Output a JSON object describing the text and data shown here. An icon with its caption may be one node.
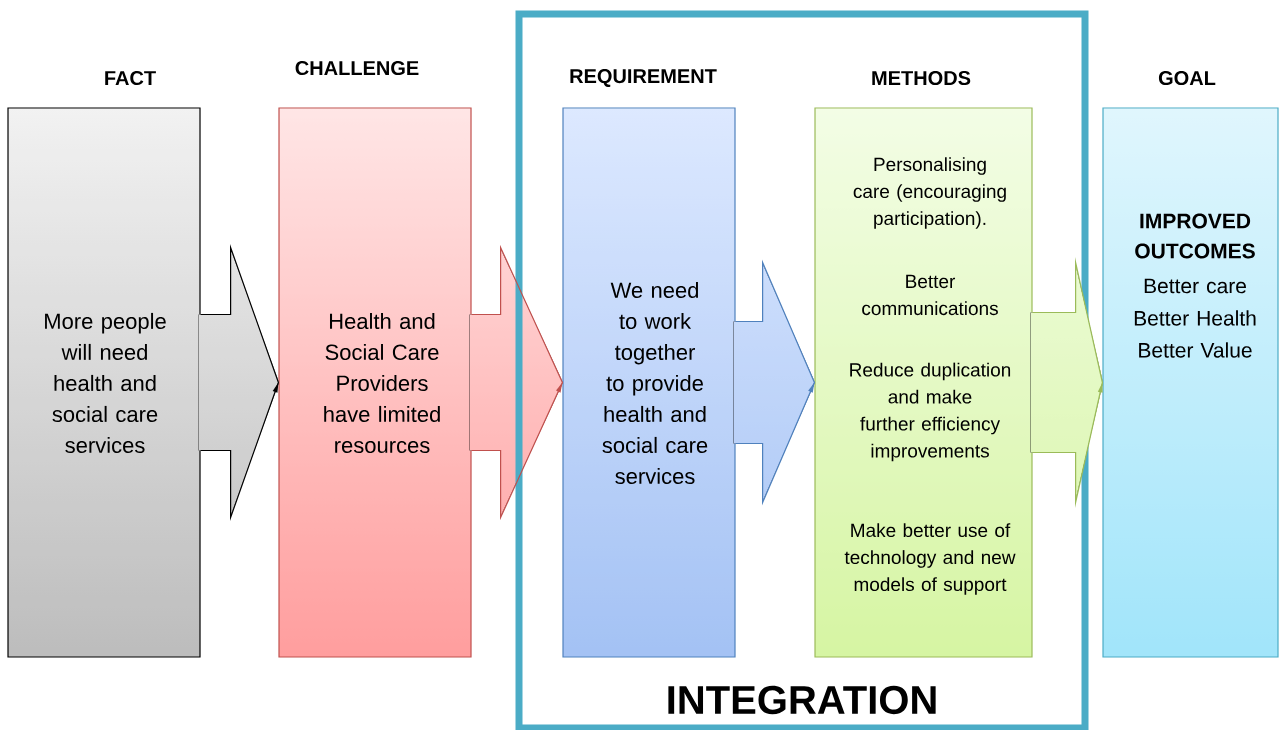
{
  "diagram": {
    "nodes": [
      {
        "text": [
          "FACT",
          "More people will need health and social care services"
        ]
      },
      {
        "text": [
          "CHALLENGE",
          "Health and Social Care Providers have limited resources"
        ]
      },
      {
        "text": [
          "INTEGRATION"
        ]
      },
      {
        "text": [
          "REQUIREMENT",
          "We need to work together to provide health and social care services"
        ],
        "in": 2
      },
      {
        "text": [
          "METHODS",
          "Personalising care (encouraging participation).",
          "Better communications",
          "Reduce duplication and make further efficiency improvements",
          "Make better use of technology and new models of support"
        ],
        "in": 2
      },
      {
        "text": [
          "GOAL",
          "IMPROVED OUTCOMES",
          "Better care",
          "Better Health",
          "Better Value"
        ]
      }
    ],
    "edges": [
      {
        "from": 0,
        "to": 1,
        "arrow": "to",
        "color": "#000000"
      },
      {
        "from": 1,
        "to": 3,
        "arrow": "to",
        "color": "#c0504d"
      },
      {
        "from": 3,
        "to": 4,
        "arrow": "to",
        "color": "#4f81bd"
      },
      {
        "from": 4,
        "to": 5,
        "arrow": "to",
        "color": "#9bbb59"
      }
    ]
  }
}
